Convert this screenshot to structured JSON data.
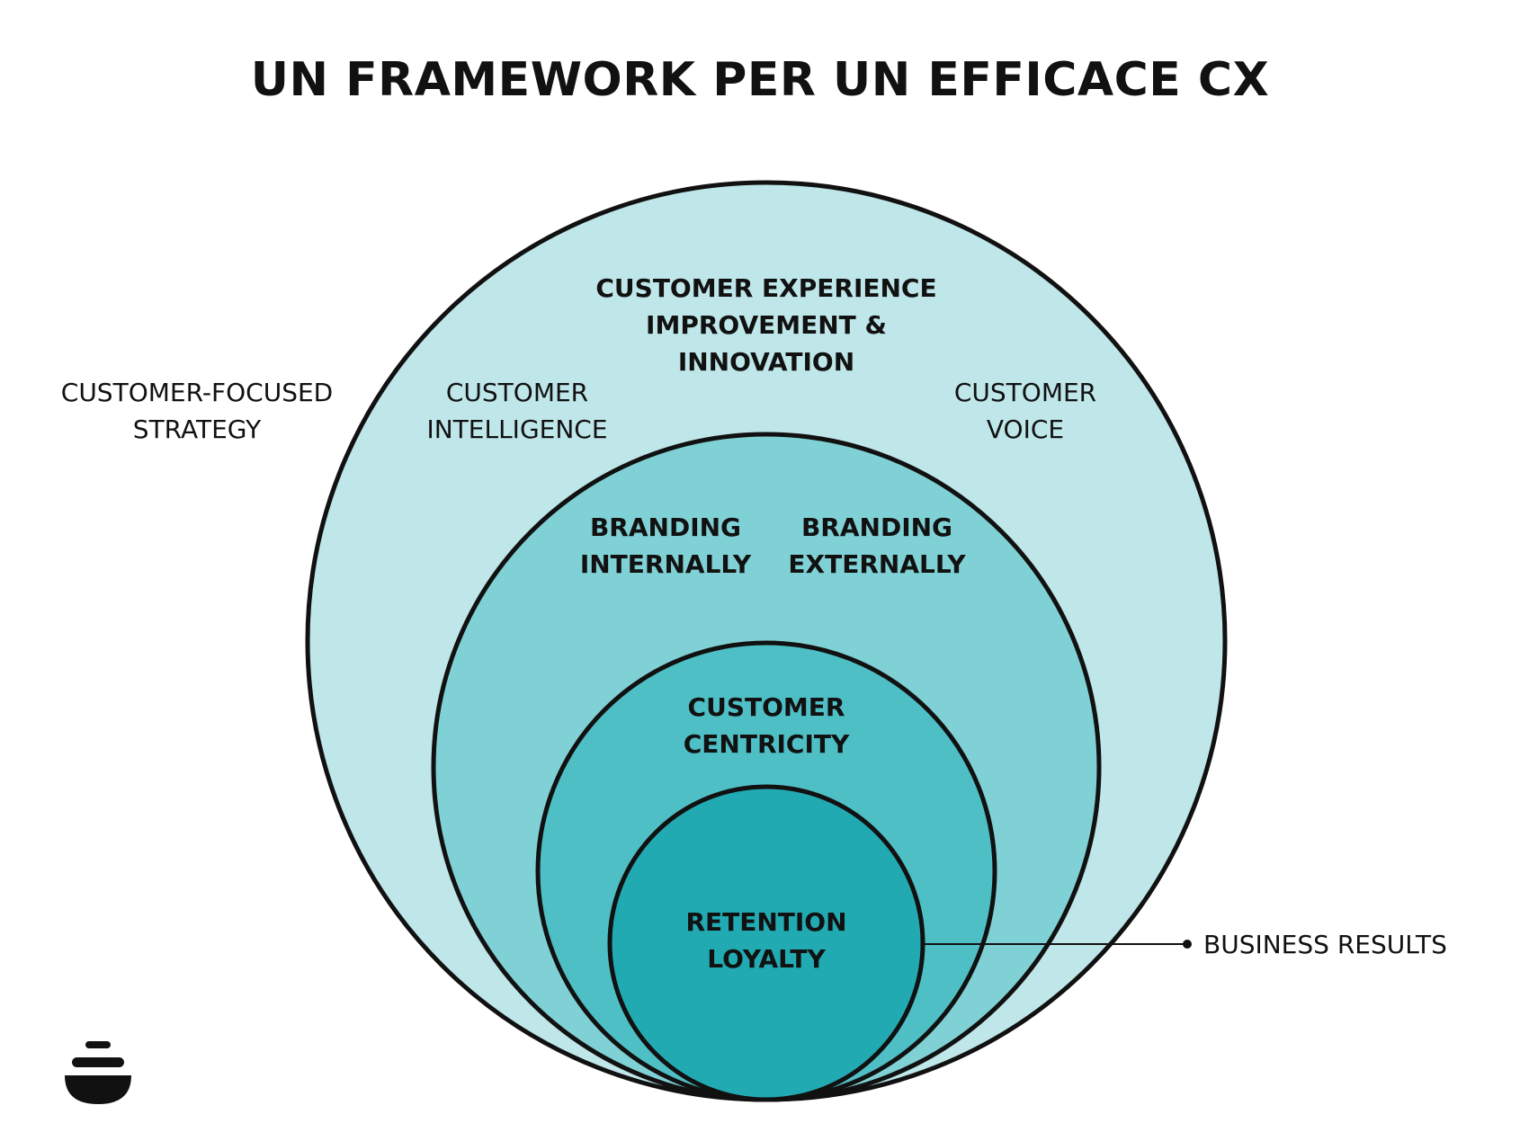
{
  "title": "UN FRAMEWORK PER UN EFFICACE CX",
  "labels": {
    "customer_focused_strategy": [
      "CUSTOMER-FOCUSED",
      "STRATEGY"
    ],
    "customer_intelligence": [
      "CUSTOMER",
      "INTELLIGENCE"
    ],
    "customer_voice": [
      "CUSTOMER",
      "VOICE"
    ],
    "cx_improvement": [
      "CUSTOMER EXPERIENCE",
      "IMPROVEMENT &",
      "INNOVATION"
    ],
    "branding_internally": [
      "BRANDING",
      "INTERNALLY"
    ],
    "branding_externally": [
      "BRANDING",
      "EXTERNALLY"
    ],
    "customer_centricity": [
      "CUSTOMER",
      "CENTRICITY"
    ],
    "retention_loyalty": [
      "RETENTION",
      "LOYALTY"
    ],
    "business_results": "BUSINESS RESULTS"
  },
  "colors": {
    "ring_outer": "#bfe6e9",
    "ring_second": "#80d1d5",
    "ring_third": "#4fbfc6",
    "ring_inner": "#22aab2",
    "stroke": "#111111"
  },
  "logo": {
    "icon": "stacked-stones-icon"
  }
}
